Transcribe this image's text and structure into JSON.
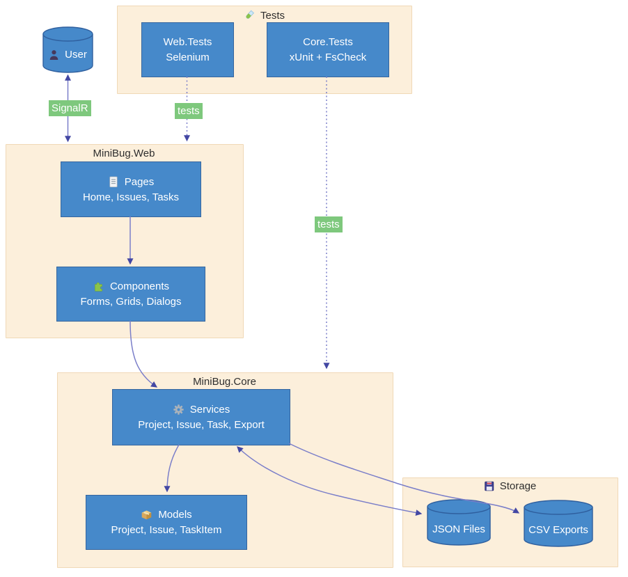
{
  "diagram": {
    "groups": {
      "tests": {
        "title": "Tests",
        "icon": "test-tube-icon"
      },
      "web": {
        "title": "MiniBug.Web"
      },
      "core": {
        "title": "MiniBug.Core"
      },
      "storage": {
        "title": "Storage",
        "icon": "floppy-disk-icon"
      }
    },
    "nodes": {
      "web_tests": {
        "title": "Web.Tests",
        "sub": "Selenium"
      },
      "core_tests": {
        "title": "Core.Tests",
        "sub": "xUnit + FsCheck"
      },
      "pages": {
        "title": "Pages",
        "sub": "Home, Issues, Tasks",
        "icon": "page-icon"
      },
      "components": {
        "title": "Components",
        "sub": "Forms, Grids, Dialogs",
        "icon": "puzzle-icon"
      },
      "services": {
        "title": "Services",
        "sub": "Project, Issue, Task, Export",
        "icon": "gear-icon"
      },
      "models": {
        "title": "Models",
        "sub": "Project, Issue, TaskItem",
        "icon": "package-icon"
      }
    },
    "cylinders": {
      "user": {
        "label": "User",
        "icon": "person-icon"
      },
      "json_files": {
        "label": "JSON Files"
      },
      "csv_exports": {
        "label": "CSV Exports"
      }
    },
    "edge_labels": {
      "signalr": "SignalR",
      "tests_web": "tests",
      "tests_core": "tests"
    },
    "edges": [
      {
        "from": "User",
        "to": "MiniBug.Web",
        "style": "solid",
        "direction": "both",
        "label": "SignalR"
      },
      {
        "from": "Web.Tests",
        "to": "MiniBug.Web",
        "style": "dotted",
        "direction": "to",
        "label": "tests"
      },
      {
        "from": "Core.Tests",
        "to": "MiniBug.Core",
        "style": "dotted",
        "direction": "to",
        "label": "tests"
      },
      {
        "from": "Pages",
        "to": "Components",
        "style": "solid",
        "direction": "to"
      },
      {
        "from": "Components",
        "to": "Services",
        "style": "solid",
        "direction": "to"
      },
      {
        "from": "Services",
        "to": "Models",
        "style": "solid",
        "direction": "to"
      },
      {
        "from": "Services",
        "to": "JSON Files",
        "style": "solid",
        "direction": "both"
      },
      {
        "from": "Services",
        "to": "CSV Exports",
        "style": "solid",
        "direction": "to"
      },
      {
        "from": "JSON Files",
        "to": "CSV Exports",
        "style": "solid",
        "direction": "to"
      }
    ],
    "colors": {
      "group_fill": "#fcefdb",
      "group_border": "#f0d8b6",
      "node_fill": "#4689ca",
      "node_border": "#35659e",
      "edge_stroke": "#7a7ec9",
      "arrowhead": "#4347a3",
      "badge_green": "#7ec87d",
      "text_dark": "#2e2e2e",
      "text_light": "#ffffff"
    }
  }
}
